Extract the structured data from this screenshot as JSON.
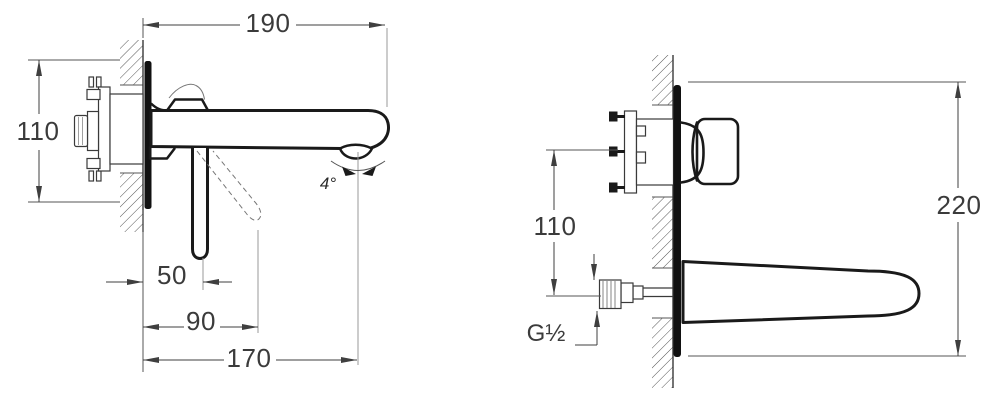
{
  "drawing_type": "faucet-installation-dimension-drawing",
  "side_view": {
    "spout_length_label": "190",
    "valve_height_label": "110",
    "handle_offset_label": "50",
    "handle_reach_label": "90",
    "spout_reach_label": "170",
    "spout_angle_label": "4°"
  },
  "front_view": {
    "inlet_height_label": "110",
    "plate_height_label": "220",
    "thread_size_label": "G½"
  },
  "colors": {
    "outline": "#1a1a1a",
    "dimension_lines": "#3f3f3f",
    "label_text": "#3b3b3b",
    "centerline": "#999999",
    "plate_fill": "#111111",
    "hatch": "#555555",
    "background": "#ffffff"
  }
}
